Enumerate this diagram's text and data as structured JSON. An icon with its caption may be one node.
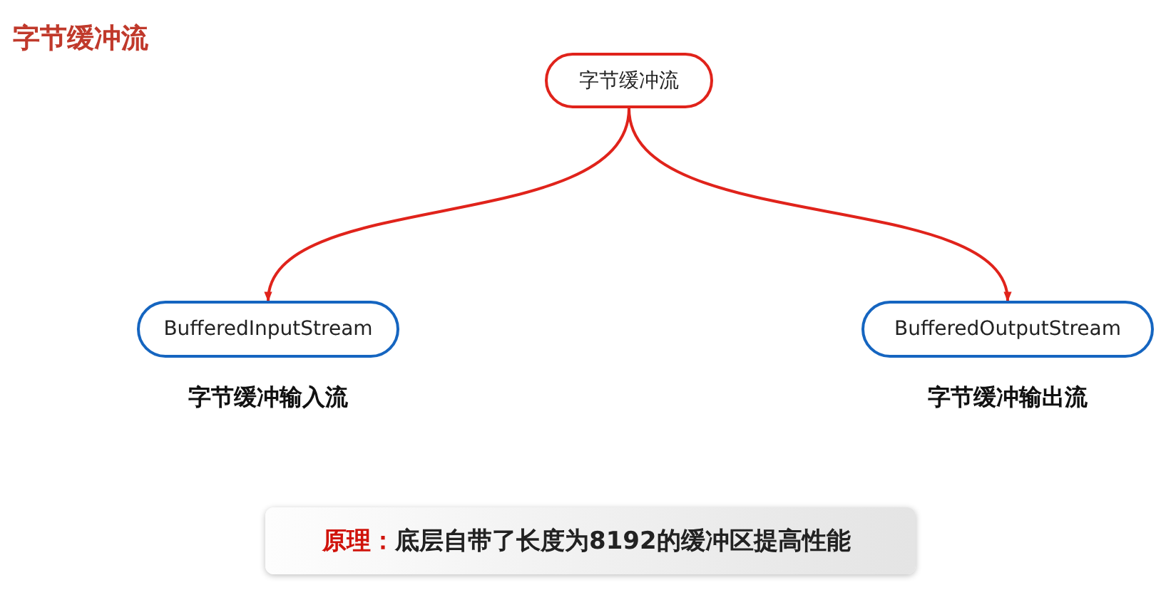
{
  "diagram": {
    "title": "字节缓冲流",
    "nodes": [
      {
        "text": [
          "字节缓冲流"
        ]
      },
      {
        "text": [
          "BufferedInputStream"
        ],
        "beside": [
          "字节缓冲输入流"
        ]
      },
      {
        "text": [
          "BufferedOutputStream"
        ],
        "beside": [
          "字节缓冲输出流"
        ]
      }
    ],
    "edges": [
      {
        "from": 0,
        "to": 1,
        "arrow": "to"
      },
      {
        "from": 0,
        "to": 2,
        "arrow": "to"
      }
    ],
    "labels": [
      "原理：",
      "底层自带了长度为8192的缓冲区提高性能"
    ]
  }
}
